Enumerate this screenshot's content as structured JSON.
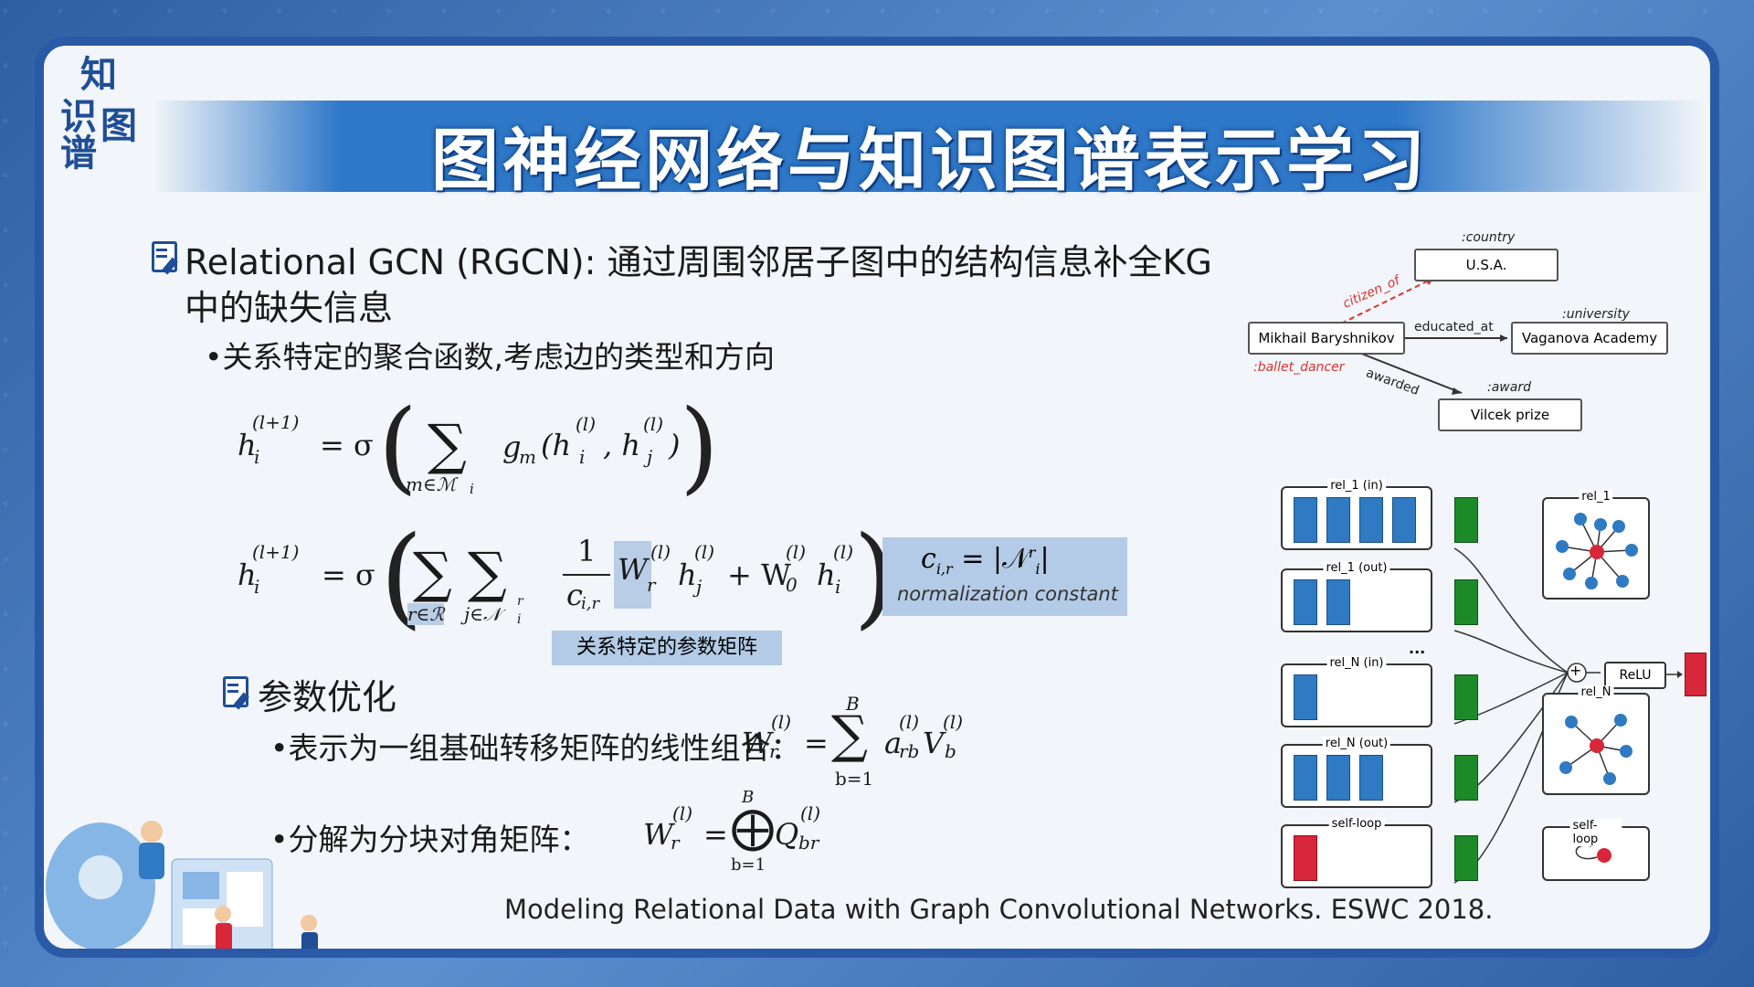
{
  "logo": {
    "c1": "知",
    "c2": "识",
    "c3": "图",
    "c4": "谱"
  },
  "title": "图神经网络与知识图谱表示学习",
  "bullet1": {
    "line1": "Relational GCN (RGCN): 通过周围邻居子图中的结构信息补全KG",
    "line2": "中的缺失信息"
  },
  "sub1": "•关系特定的聚合函数,考虑边的类型和方向",
  "eq1": {
    "lhs": "h",
    "lhs_sup": "(l+1)",
    "lhs_sub": "i",
    "eq": "= σ",
    "sum_sub": "m∈ℳ",
    "sum_sub_i": "i",
    "body": "g",
    "body_sub": "m",
    "args": "(h",
    "arg_sup": "(l)",
    "arg_sub1": "i",
    "comma": ", h",
    "arg_sub2": "j",
    "close": ")"
  },
  "eq2": {
    "text_left": "h",
    "sup": "(l+1)",
    "sub": "i",
    "mid": "= σ",
    "sum1": "r∈ℛ",
    "sum2": "j∈𝒩",
    "sum2_sup": "r",
    "sum2_sub": "i",
    "frac_num": "1",
    "frac_den": "c",
    "frac_den_sub": "i,r",
    "w": "W",
    "w_sub": "r",
    "w_sup": "(l)",
    "hj": "h",
    "hj_sub": "j",
    "hj_sup": "(l)",
    "plus": "+ W",
    "w0_sub": "0",
    "w0_sup": "(l)",
    "hi": "h",
    "hi_sub": "i",
    "hi_sup": "(l)"
  },
  "norm": {
    "eq": "c",
    "eq_sub": "i,r",
    "eq_rest": " = |𝒩",
    "eq_sup": "r",
    "eq_sub2": "i",
    "eq_end": "|",
    "label": "normalization constant"
  },
  "rel_label": "关系特定的参数矩阵",
  "bullet2": "参数优化",
  "sub2": "•表示为一组基础转移矩阵的线性组合：",
  "eq3": {
    "lhs": "W",
    "lhs_sub": "r",
    "lhs_sup": "(l)",
    "eq": "=",
    "sup": "B",
    "sub": "b=1",
    "a": "a",
    "a_sub": "rb",
    "a_sup": "(l)",
    "v": "V",
    "v_sub": "b",
    "v_sup": "(l)"
  },
  "sub3": "•分解为分块对角矩阵：",
  "eq4": {
    "lhs": "W",
    "lhs_sub": "r",
    "lhs_sup": "(l)",
    "eq": "=",
    "sup": "B",
    "sub": "b=1",
    "q": "Q",
    "q_sub": "br",
    "q_sup": "(l)"
  },
  "citation": "Modeling Relational Data with Graph Convolutional Networks. ESWC 2018.",
  "kg": {
    "country_type": ":country",
    "usa": "U.S.A.",
    "citizen_of": "citizen_of",
    "person": "Mikhail Baryshnikov",
    "ballet": ":ballet_dancer",
    "educated_at": "educated_at",
    "university_type": ":university",
    "vaganova": "Vaganova Academy",
    "awarded": "awarded",
    "award_type": ":award",
    "vilcek": "Vilcek prize"
  },
  "rgcn": {
    "g1": "rel_1 (in)",
    "g2": "rel_1 (out)",
    "dots": "...",
    "g3": "rel_N (in)",
    "g4": "rel_N (out)",
    "g5": "self-loop",
    "relu": "ReLU",
    "plus": "+",
    "r1": "rel_1",
    "rN": "rel_N",
    "self": "self-loop"
  },
  "colors": {
    "banner": "#2f78c8",
    "frame": "#2a5aa6",
    "bar_blue": "#2f7ac2",
    "bar_green": "#1d8a2a",
    "bar_red": "#d8263a",
    "node_blue": "#2f7ac2",
    "node_red": "#d8263a"
  }
}
